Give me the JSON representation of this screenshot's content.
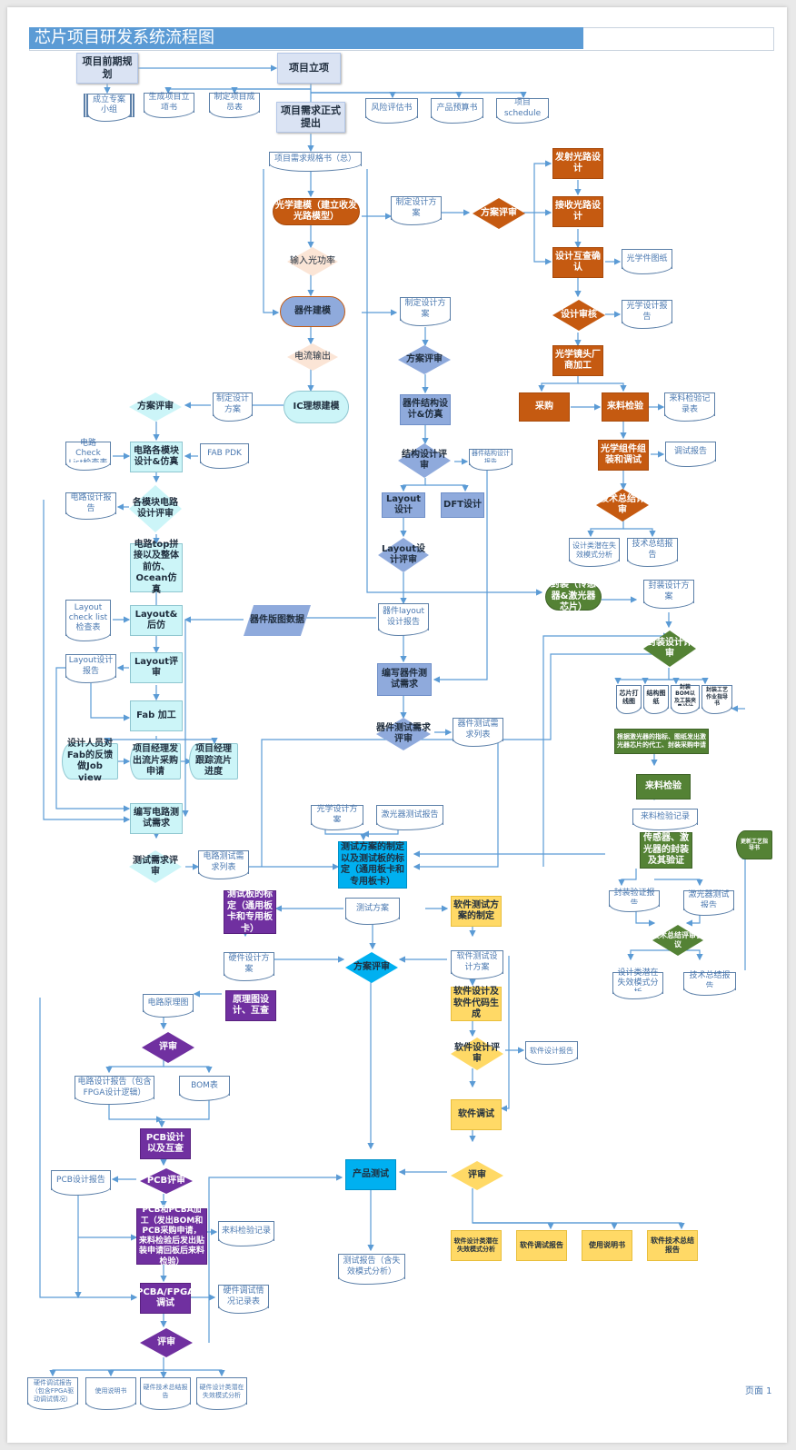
{
  "title": "芯片项目研发系统流程图",
  "page_label": "页面 1",
  "colors": {
    "orange": "#c55a11",
    "blue": "#8faadc",
    "cyan": "#ccf5f8",
    "green": "#548235",
    "sky": "#00b0f0",
    "purple": "#7030a0",
    "yellow": "#ffd966",
    "connector": "#5b9bd5"
  },
  "project": {
    "pre_planning": "项目前期规划",
    "initiation": "项目立项",
    "team": "成立专案小组",
    "proposal_doc": "生成项目立项书",
    "member_list": "制定项目成员表",
    "risk": "风险评估书",
    "budget": "产品预算书",
    "schedule": "项目schedule",
    "requirement_submit": "项目需求正式提出",
    "spec": "项目需求规格书（总）"
  },
  "optical": {
    "modeling": "光学建模（建立收发光路模型）",
    "plan_doc": "制定设计方案",
    "plan_review": "方案评审",
    "tx_design": "发射光路设计",
    "rx_design": "接收光路设计",
    "cross_check": "设计互查确认",
    "drawings": "光学件图纸",
    "design_review": "设计审核",
    "design_report": "光学设计报告",
    "lens_vendor": "光学镜头厂商加工",
    "purchase": "采购",
    "incoming_inspection": "来料检验",
    "inspection_record": "来料检验记录表",
    "assembly": "光学组件组装和调试",
    "debug_report": "调试报告",
    "tech_review": "技术总结评审",
    "fmea": "设计类潜在失效模式分析",
    "tech_report": "技术总结报告",
    "input_power": "输入光功率"
  },
  "device": {
    "modeling": "器件建模",
    "current_output": "电流输出",
    "plan_doc": "制定设计方案",
    "plan_review": "方案评审",
    "struct_sim": "器件结构设计&仿真",
    "struct_review": "结构设计评审",
    "struct_report": "器件结构设计报告",
    "layout_design": "Layout设计",
    "dft_design": "DFT设计",
    "layout_review": "Layout设计评审",
    "layout_report": "器件layout设计报告",
    "layout_data": "器件版图数据",
    "test_req": "编写器件测试需求",
    "test_req_review": "器件测试需求评审",
    "test_req_list": "器件测试需求列表"
  },
  "ic": {
    "ideal_model": "IC理想建模",
    "plan_doc": "制定设计方案",
    "plan_review": "方案评审",
    "checklist": "电路Check List检查表",
    "module_design": "电路各模块设计&仿真",
    "fab_pdk": "FAB PDK",
    "design_report": "电路设计报告",
    "module_review": "各模块电路设计评审",
    "top_sim": "电路top拼接以及整体前仿、Ocean仿真",
    "layout_checklist": "Layout check list检查表",
    "layout_post_sim": "Layout&后仿",
    "layout_report": "Layout设计报告",
    "layout_review": "Layout评审",
    "fab": "Fab 加工",
    "job_view": "设计人员对Fab的反馈做Job view",
    "tapeout_purchase": "项目经理发出流片采购申请",
    "tapeout_track": "项目经理跟踪流片进度",
    "test_req": "编写电路测试需求",
    "test_req_review": "测试需求评审",
    "test_req_list": "电路测试需求列表"
  },
  "package": {
    "package": "封装（传感器&激光器芯片）",
    "plan_doc": "封装设计方案",
    "design_review": "封装设计评审",
    "chip_bonding": "芯片打线图",
    "struct_drawing": "结构图纸",
    "bom_fixture": "封装BOM以及工装夹具设计",
    "process_guide": "封装工艺作业指导书",
    "purchase_request": "根据激光器的指标、图纸发出激光器芯片的代工、封装采购申请",
    "incoming_inspection": "来料检验",
    "inspection_record": "来料检验记录",
    "package_verify": "传感器、激光器的封装及其验证",
    "verify_report": "封装验证报告",
    "laser_test_report": "激光器测试报告",
    "tech_review": "技术总结评审会议",
    "fmea": "设计类潜在失效模式分析",
    "tech_report": "技术总结报告",
    "update_guide": "更新工艺指导书"
  },
  "test": {
    "optical_plan": "光学设计方案",
    "laser_report": "激光器测试报告",
    "plan_define": "测试方案的制定以及测试板的标定（通用板卡和专用板卡）",
    "plan": "测试方案",
    "board_calibration": "测试板的标定（通用板卡和专用板卡）",
    "plan_review": "方案评审",
    "product_test": "产品测试",
    "test_report": "测试报告（含失效模式分析）"
  },
  "hardware": {
    "design_plan": "硬件设计方案",
    "schematic_design": "原理图设计、互查",
    "schematic": "电路原理图",
    "review": "评审",
    "design_report": "电路设计报告（包含FPGA设计逻辑）",
    "bom": "BOM表",
    "pcb_design": "PCB设计以及互查",
    "pcb_review": "PCB评审",
    "pcb_report": "PCB设计报告",
    "pcba_process": "PCB和PCBA加工（发出BOM和PCB采购申请，来料检验后发出贴装申请回板后来料检验）",
    "inspection_record": "来料检验记录",
    "pcba_debug": "PCBA/FPGA调试",
    "debug_record": "硬件调试情况记录表",
    "final_review": "评审",
    "outputs": [
      "硬件调试报告（包含FPGA驱动调试情况）",
      "使用说明书",
      "硬件技术总结报告",
      "硬件设计类潜在失效模式分析"
    ]
  },
  "software": {
    "plan_define": "软件测试方案的制定",
    "test_plan": "软件测试设计方案",
    "code_gen": "软件设计及软件代码生成",
    "design_review": "软件设计评审",
    "design_report": "软件设计报告",
    "debug": "软件调试",
    "review": "评审",
    "outputs": [
      "软件设计类潜在失效模式分析",
      "软件调试报告",
      "使用说明书",
      "软件技术总结报告"
    ]
  }
}
